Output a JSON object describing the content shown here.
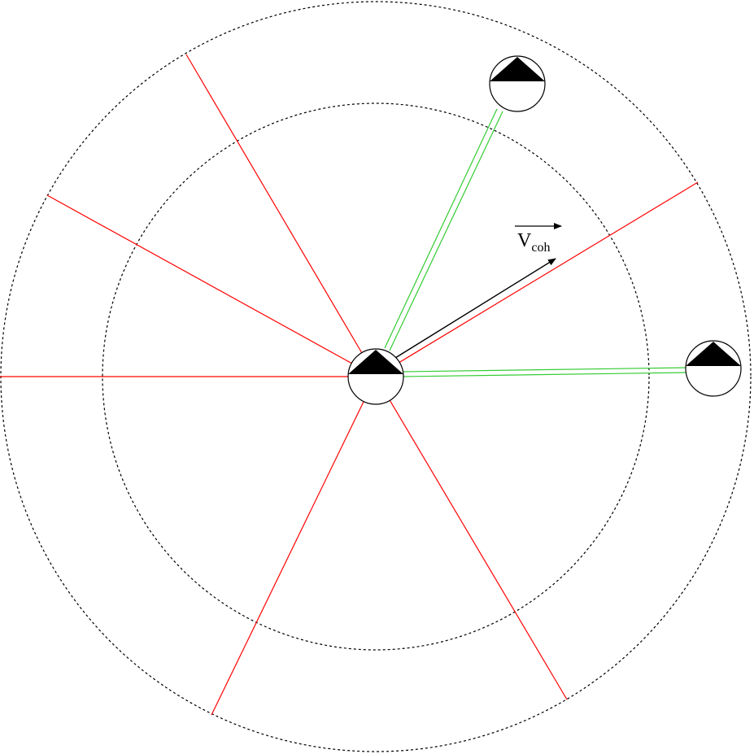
{
  "diagram": {
    "vector_label": {
      "main": "V",
      "subscript": "coh"
    },
    "colors": {
      "ring": "#000000",
      "sector_line": "#ff0000",
      "neighbor_link": "#00cc00",
      "agent_fill": "#000000",
      "agent_body": "#ffffff",
      "background": "#ffffff"
    },
    "agents": [
      {
        "role": "center",
        "icon": "agent-icon"
      },
      {
        "role": "neighbor-1",
        "icon": "agent-icon"
      },
      {
        "role": "neighbor-2",
        "icon": "agent-icon"
      }
    ],
    "rings": [
      "inner-ring",
      "outer-ring"
    ],
    "sector_count": 6
  }
}
